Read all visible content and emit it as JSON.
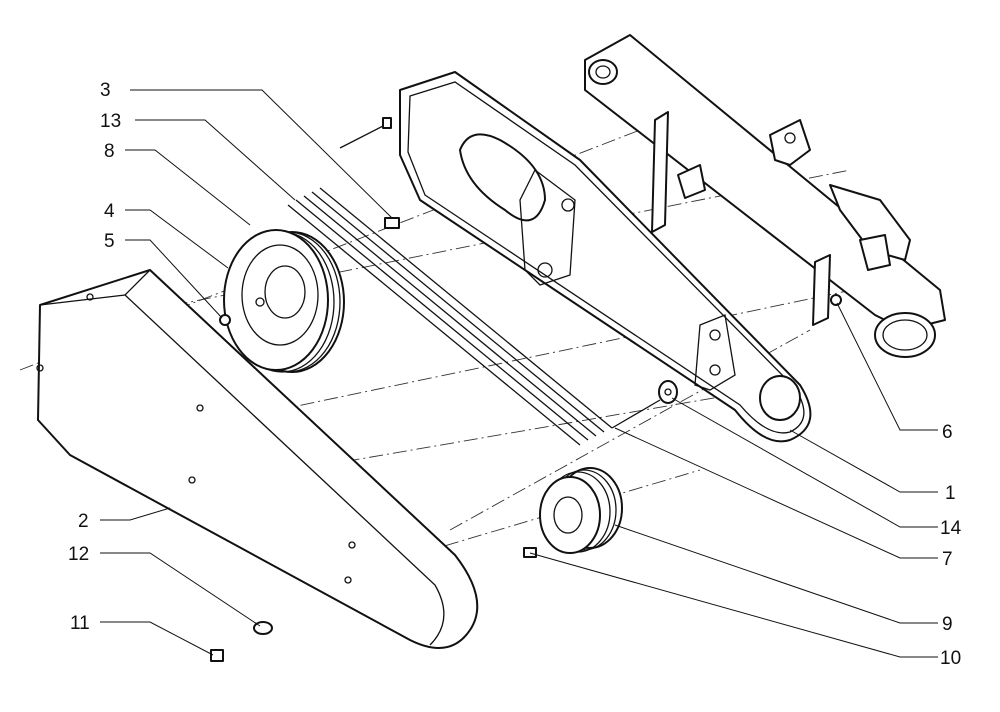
{
  "diagram": {
    "type": "exploded parts drawing",
    "callouts": {
      "c3": "3",
      "c13": "13",
      "c8": "8",
      "c4": "4",
      "c5": "5",
      "c2": "2",
      "c12": "12",
      "c11": "11",
      "c6": "6",
      "c1": "1",
      "c14": "14",
      "c7": "7",
      "c9": "9",
      "c10": "10"
    }
  }
}
